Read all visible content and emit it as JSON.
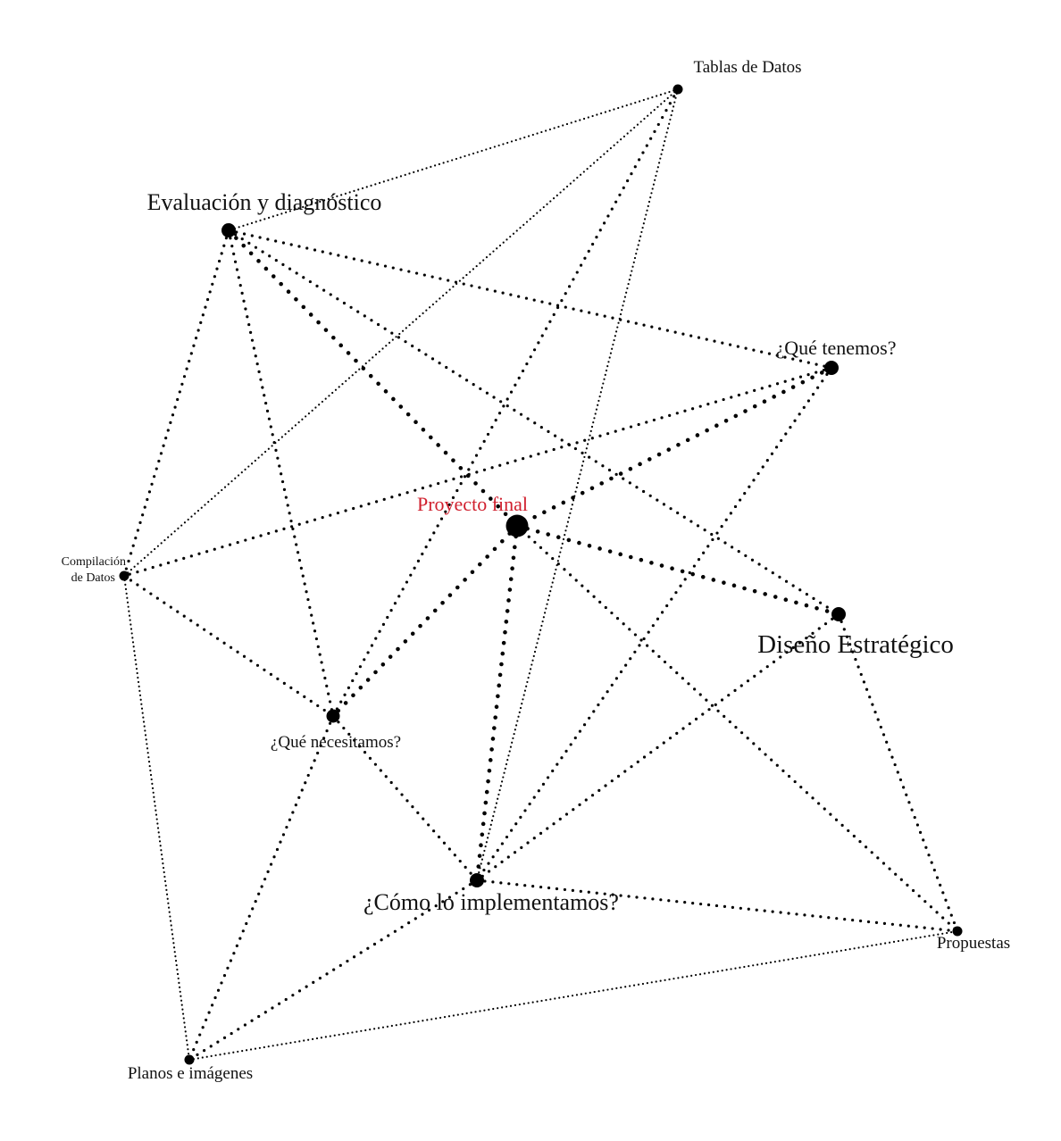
{
  "diagram": {
    "nodes": [
      {
        "id": "tablas",
        "label": "Tablas de Datos",
        "size": "small"
      },
      {
        "id": "evaluacion",
        "label": "Evaluación y diagnóstico",
        "size": "large"
      },
      {
        "id": "tenemos",
        "label": "¿Qué tenemos?",
        "size": "medium"
      },
      {
        "id": "proyecto",
        "label": "Proyecto final",
        "size": "center",
        "color": "#d0202e"
      },
      {
        "id": "compilacion",
        "label_line1": "Compilación",
        "label_line2": "de Datos",
        "size": "tiny"
      },
      {
        "id": "diseno",
        "label": "Diseño Estratégico",
        "size": "large"
      },
      {
        "id": "necesitamos",
        "label": "¿Qué necesitamos?",
        "size": "small"
      },
      {
        "id": "como",
        "label": "¿Cómo lo implementamos?",
        "size": "large"
      },
      {
        "id": "propuestas",
        "label": "Propuestas",
        "size": "small"
      },
      {
        "id": "planos",
        "label": "Planos e imágenes",
        "size": "small"
      }
    ],
    "edges": [
      {
        "from": "tablas",
        "to": "evaluacion",
        "weight": 1
      },
      {
        "from": "tablas",
        "to": "compilacion",
        "weight": 1
      },
      {
        "from": "tablas",
        "to": "necesitamos",
        "weight": 2
      },
      {
        "from": "tablas",
        "to": "como",
        "weight": 1
      },
      {
        "from": "evaluacion",
        "to": "tenemos",
        "weight": 2
      },
      {
        "from": "evaluacion",
        "to": "proyecto",
        "weight": 3
      },
      {
        "from": "evaluacion",
        "to": "diseno",
        "weight": 2
      },
      {
        "from": "evaluacion",
        "to": "compilacion",
        "weight": 2
      },
      {
        "from": "evaluacion",
        "to": "necesitamos",
        "weight": 2
      },
      {
        "from": "tenemos",
        "to": "proyecto",
        "weight": 3
      },
      {
        "from": "tenemos",
        "to": "compilacion",
        "weight": 2
      },
      {
        "from": "tenemos",
        "to": "como",
        "weight": 2
      },
      {
        "from": "proyecto",
        "to": "diseno",
        "weight": 3
      },
      {
        "from": "proyecto",
        "to": "necesitamos",
        "weight": 3
      },
      {
        "from": "proyecto",
        "to": "como",
        "weight": 3
      },
      {
        "from": "proyecto",
        "to": "propuestas",
        "weight": 2
      },
      {
        "from": "compilacion",
        "to": "necesitamos",
        "weight": 2
      },
      {
        "from": "compilacion",
        "to": "planos",
        "weight": 1
      },
      {
        "from": "necesitamos",
        "to": "como",
        "weight": 2
      },
      {
        "from": "necesitamos",
        "to": "planos",
        "weight": 2
      },
      {
        "from": "diseno",
        "to": "como",
        "weight": 2
      },
      {
        "from": "diseno",
        "to": "propuestas",
        "weight": 2
      },
      {
        "from": "como",
        "to": "propuestas",
        "weight": 2
      },
      {
        "from": "como",
        "to": "planos",
        "weight": 2
      },
      {
        "from": "planos",
        "to": "propuestas",
        "weight": 1
      }
    ]
  }
}
